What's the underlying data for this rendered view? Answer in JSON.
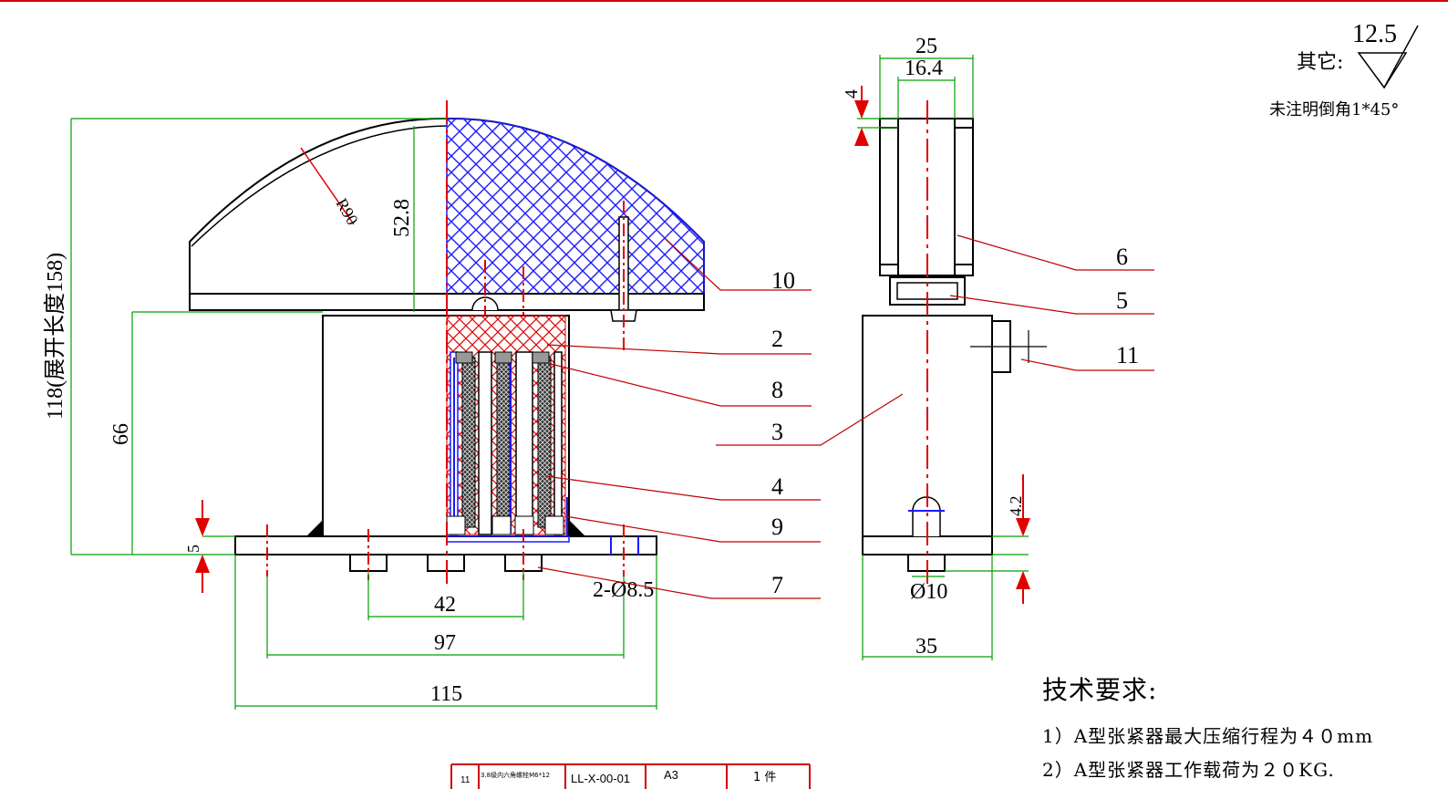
{
  "colors": {
    "outline": "#000000",
    "dimension": "#00a000",
    "centerline": "#e00000",
    "hatch_blue": "#1a1aff",
    "hatch_red": "#e00000",
    "leader": "#c00000",
    "border": "#d00000"
  },
  "dims": {
    "total_height": "118(展开长度158)",
    "height_66": "66",
    "height_52_8": "52.8",
    "radius": "R90",
    "base_thickness": "5",
    "d42": "42",
    "d97": "97",
    "d115": "115",
    "holes": "2-Ø8.5",
    "side_25": "25",
    "side_16_4": "16.4",
    "side_4": "4",
    "side_4_2": "4.2",
    "side_d10": "Ø10",
    "side_35": "35"
  },
  "part_labels": [
    "10",
    "2",
    "8",
    "3",
    "4",
    "9",
    "7",
    "6",
    "5",
    "11"
  ],
  "roughness": {
    "label": "其它:",
    "value": "12.5",
    "chamfer_note": "未注明倒角1*45°"
  },
  "tech": {
    "heading": "技术要求:",
    "lines": [
      "1）A型张紧器最大压缩行程为４０mm",
      "2）A型张紧器工作载荷为２０KG."
    ]
  },
  "title_block": {
    "cells": [
      "11",
      "3.8级内六角螺栓M6*12",
      "LL-X-00-01",
      "A3",
      "1 件"
    ]
  }
}
